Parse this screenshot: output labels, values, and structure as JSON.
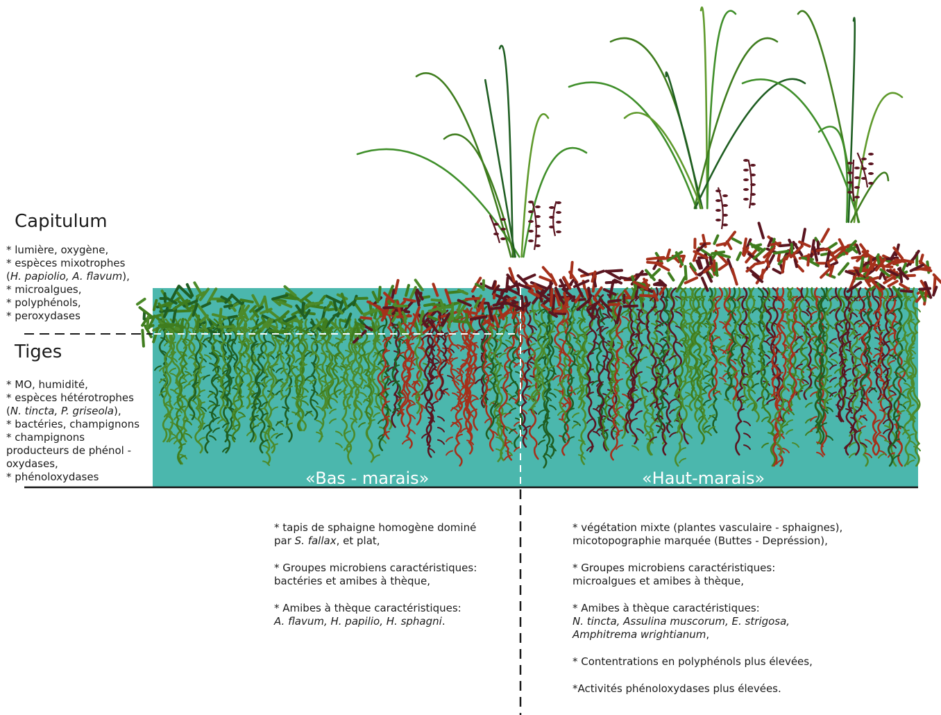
{
  "colors": {
    "water": "#4bb7ad",
    "moss_light": "#4c8a2a",
    "moss_mid": "#3f7d1e",
    "moss_dark": "#1f5e22",
    "moss_red": "#a5301b",
    "moss_maroon": "#5a1520",
    "grass": "#3f8f2a"
  },
  "left_panel": {
    "capitulum": {
      "title": "Capitulum",
      "items": [
        "* lumière, oxygène,",
        "* espèces mixotrophes",
        {
          "pre": "(",
          "italic": "H. papiolio, A. flavum",
          "post": "),"
        },
        "* microalgues,",
        "* polyphénols,",
        "* peroxydases"
      ]
    },
    "tiges": {
      "title": "Tiges",
      "items": [
        "* MO, humidité,",
        "* espèces hétérotrophes",
        {
          "pre": "(",
          "italic": "N. tincta, P. griseola",
          "post": "),"
        },
        "* bactéries, champignons",
        "* champignons",
        "producteurs de phénol -",
        "oxydases,",
        "* phénoloxydases"
      ]
    }
  },
  "zones": {
    "bas_marais": "«Bas - marais»",
    "haut_marais": "«Haut-marais»"
  },
  "bas_marais_desc": [
    {
      "lines": [
        [
          {
            "t": "* tapis de sphaigne homogène dominé"
          }
        ],
        [
          {
            "t": "par "
          },
          {
            "t": "S. fallax",
            "i": true
          },
          {
            "t": ", et plat,"
          }
        ]
      ]
    },
    {
      "lines": [
        [
          {
            "t": "* Groupes microbiens caractéristiques:"
          }
        ],
        [
          {
            "t": "bactéries et amibes à thèque,"
          }
        ]
      ]
    },
    {
      "lines": [
        [
          {
            "t": "* Amibes à thèque caractéristiques:"
          }
        ],
        [
          {
            "t": "A. flavum, H. papilio, H. sphagni",
            "i": true
          },
          {
            "t": "."
          }
        ]
      ]
    }
  ],
  "haut_marais_desc": [
    {
      "lines": [
        [
          {
            "t": "* végétation mixte (plantes vasculaire - sphaignes),"
          }
        ],
        [
          {
            "t": "micotopographie marquée (Buttes - Depréssion),"
          }
        ]
      ]
    },
    {
      "lines": [
        [
          {
            "t": "* Groupes microbiens caractéristiques:"
          }
        ],
        [
          {
            "t": "microalgues et amibes à thèque,"
          }
        ]
      ]
    },
    {
      "lines": [
        [
          {
            "t": "* Amibes à thèque caractéristiques:"
          }
        ],
        [
          {
            "t": "N. tincta, Assulina muscorum, E. strigosa,",
            "i": true
          }
        ],
        [
          {
            "t": "Amphitrema wrightianum",
            "i": true
          },
          {
            "t": ","
          }
        ]
      ]
    },
    {
      "lines": [
        [
          {
            "t": "* Contentrations en polyphénols plus élevées,"
          }
        ]
      ]
    },
    {
      "lines": [
        [
          {
            "t": "*Activités phénoloxydases plus élevées."
          }
        ]
      ]
    }
  ]
}
